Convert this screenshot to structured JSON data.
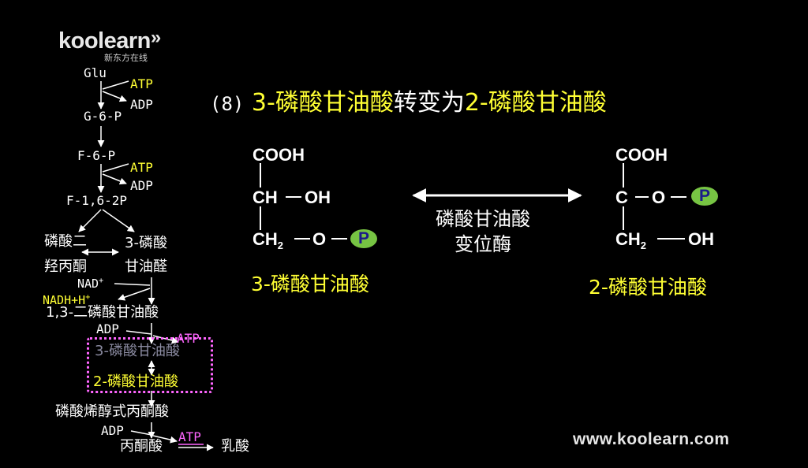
{
  "logo": {
    "brand": "koolearn",
    "chevrons": "»",
    "subtitle": "新东方在线"
  },
  "pathway": {
    "glu": "Glu",
    "atp1": "ATP",
    "adp1": "ADP",
    "g6p": "G-6-P",
    "f6p": "F-6-P",
    "atp2": "ATP",
    "adp2": "ADP",
    "f16bp": "F-1,6-2P",
    "dhap_line1": "磷酸二",
    "dhap_line2": "羟丙酮",
    "g3p_line1": "3-磷酸",
    "g3p_line2": "甘油醛",
    "nad": "NAD",
    "nad_sup": "+",
    "nadh": "NADH+H",
    "nadh_sup": "+",
    "bpg13": "1,3-二磷酸甘油酸",
    "adp3": "ADP",
    "atp3": "ATP",
    "pg3": "3-磷酸甘油酸",
    "pg2": "2-磷酸甘油酸",
    "pep": "磷酸烯醇式丙酮酸",
    "adp4": "ADP",
    "atp4": "ATP",
    "pyruvate": "丙酮酸",
    "lactate": "乳酸"
  },
  "title": {
    "number": "(8)",
    "from": "3-磷酸甘油酸",
    "verb": "转变为",
    "to": "2-磷酸甘油酸"
  },
  "left_structure": {
    "cooh": "COOH",
    "ch": "CH",
    "oh": "OH",
    "ch2": "CH",
    "ch2_sub": "2",
    "o": "O",
    "p": "P",
    "label": "3-磷酸甘油酸"
  },
  "right_structure": {
    "cooh": "COOH",
    "c": "C",
    "o": "O",
    "p": "P",
    "ch2": "CH",
    "ch2_sub": "2",
    "oh": "OH",
    "label": "2-磷酸甘油酸"
  },
  "enzyme": {
    "line1": "磷酸甘油酸",
    "line2": "变位酶"
  },
  "footer": {
    "url": "www.koolearn.com"
  }
}
